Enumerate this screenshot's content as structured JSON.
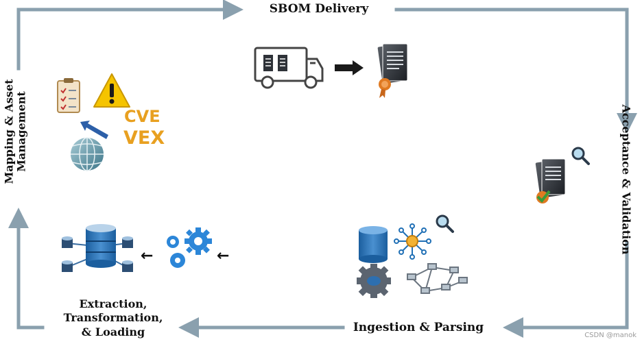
{
  "stages": {
    "sbom_delivery": "SBOM Delivery",
    "acceptance_validation": "Acceptance & Validation",
    "ingestion_parsing": "Ingestion & Parsing",
    "etl_line1": "Extraction,",
    "etl_line2": "Transformation,",
    "etl_line3": "& Loading",
    "mapping_line1": "Mapping & Asset",
    "mapping_line2": "Management"
  },
  "icon_text": {
    "cve": "CVE",
    "vex": "VEX"
  },
  "flow_arrows": {
    "left_arrow": "←"
  },
  "watermark": "CSDN @manok",
  "colors": {
    "cycle_arrow": "#8aa0ae",
    "truck_outline": "#444444",
    "document_dark": "#2e3238",
    "seal_orange": "#e07a22",
    "check_green": "#3a9a3a",
    "warning_yellow": "#f5c400",
    "cve_vex_orange": "#e8a020",
    "data_blue": "#1f6fb5",
    "gear_blue": "#2c86d8",
    "globe_teal": "#5c8fa0"
  }
}
